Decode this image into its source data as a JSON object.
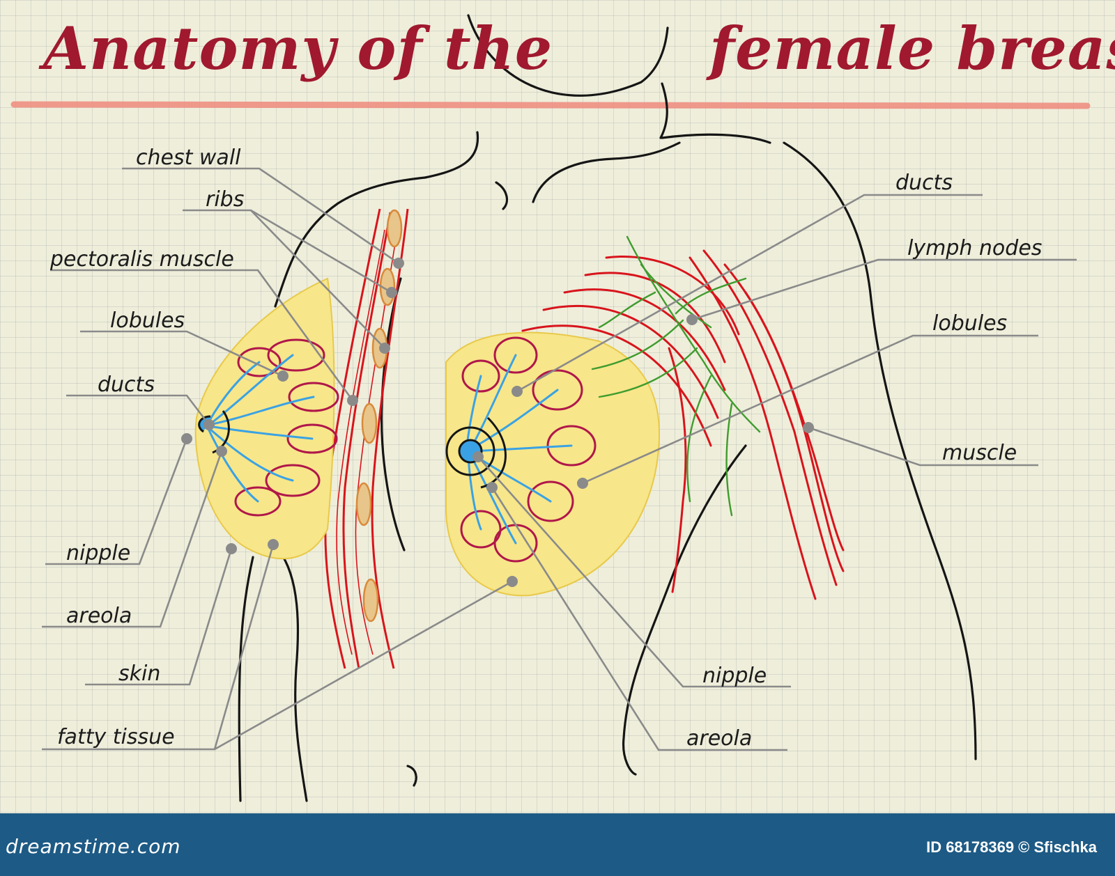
{
  "title": {
    "part1": "Anatomy of the",
    "part2": "female breast"
  },
  "left_labels": {
    "chest_wall": "chest wall",
    "ribs": "ribs",
    "pectoralis_muscle": "pectoralis muscle",
    "lobules": "lobules",
    "ducts": "ducts",
    "nipple": "nipple",
    "areola": "areola",
    "skin": "skin",
    "fatty_tissue": "fatty tissue"
  },
  "right_labels": {
    "ducts": "ducts",
    "lymph_nodes": "lymph nodes",
    "lobules": "lobules",
    "muscle": "muscle",
    "nipple": "nipple",
    "areola": "areola"
  },
  "footer": {
    "brand": "dreamstime.com",
    "credit": "ID 68178369 © Sfischka"
  },
  "colors": {
    "title": "#a0192e",
    "muscle": "#d8141c",
    "ducts": "#3aa2e4",
    "lobules": "#b0174a",
    "fat": "#f4da55",
    "lymph": "#3f9c2e",
    "ribs": "#d88a3a",
    "leader_lines": "#8a8a8a",
    "footer_bg": "#1d5a85"
  }
}
